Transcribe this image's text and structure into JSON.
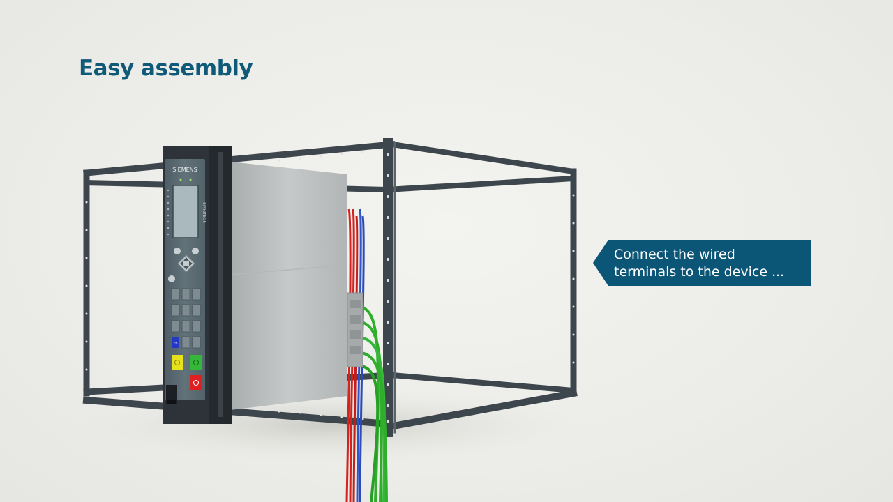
{
  "title": "Easy assembly",
  "callout": {
    "line1": "Connect the wired",
    "line2": "terminals to the device ..."
  },
  "device": {
    "brand": "SIEMENS",
    "model_text": "SIPROTEC 5",
    "fn_key_label": "Fn"
  },
  "colors": {
    "title": "#0f5a78",
    "callout_bg": "#0b5577",
    "frame": "#3e464d",
    "device_panel": "#5a6a72",
    "enclosure": "#b9bcbc",
    "wire_red": "#d2231e",
    "wire_blue": "#2f55c8",
    "wire_green": "#2eae2a",
    "key_yellow": "#e8e21c",
    "key_green": "#35b83a",
    "key_red": "#e02020",
    "key_blue": "#2438c8"
  }
}
